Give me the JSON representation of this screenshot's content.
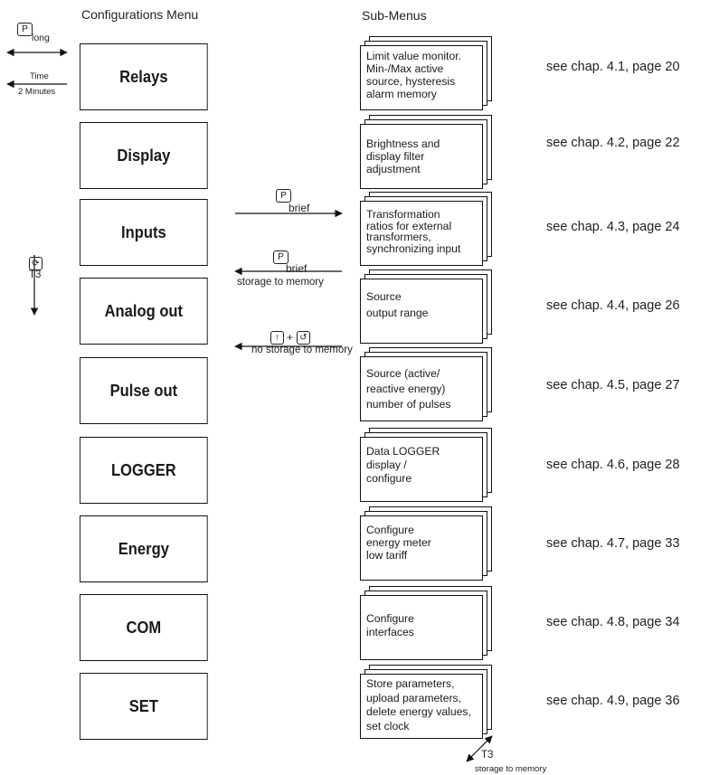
{
  "headers": {
    "left": "Configurations Menu",
    "right": "Sub-Menus"
  },
  "menu": [
    {
      "label": "Relays"
    },
    {
      "label": "Display"
    },
    {
      "label": "Inputs"
    },
    {
      "label": "Analog out"
    },
    {
      "label": "Pulse out"
    },
    {
      "label": "LOGGER"
    },
    {
      "label": "Energy"
    },
    {
      "label": "COM"
    },
    {
      "label": "SET"
    }
  ],
  "submenus": [
    {
      "lines": [
        "Limit value monitor.",
        "Min-/Max active",
        "source, hysteresis",
        "alarm memory"
      ],
      "ref": "see chap. 4.1, page 20"
    },
    {
      "lines": [
        "",
        "Brightness and",
        "display filter",
        "adjustment"
      ],
      "ref": "see chap. 4.2, page 22"
    },
    {
      "lines": [
        "Transformation",
        "ratios for external",
        "transformers,",
        "synchronizing input"
      ],
      "ref": "see chap. 4.3, page 24"
    },
    {
      "lines": [
        "Source",
        "output range"
      ],
      "ref": "see chap. 4.4, page 26"
    },
    {
      "lines": [
        "Source (active/",
        "reactive energy)",
        "number of pulses"
      ],
      "ref": "see chap. 4.5, page 27"
    },
    {
      "lines": [
        "Data LOGGER",
        "display /",
        "configure"
      ],
      "ref": "see chap. 4.6, page 28"
    },
    {
      "lines": [
        "Configure",
        "energy meter",
        "low tariff"
      ],
      "ref": "see chap. 4.7, page 33"
    },
    {
      "lines": [
        "",
        "Configure",
        "interfaces"
      ],
      "ref": "see chap. 4.8, page 34"
    },
    {
      "lines": [
        "Store parameters,",
        "upload parameters,",
        "delete energy values,",
        "set clock"
      ],
      "ref": "see chap. 4.9, page 36"
    }
  ],
  "left_controls": {
    "p_key": "P",
    "p_long": "long",
    "time": "Time",
    "time_value": "2 Minutes",
    "t3": "T3"
  },
  "arrows": {
    "p_key": "P",
    "brief": "brief",
    "storage": "storage to memory",
    "key_a": "↑",
    "plus": "+",
    "key_b": "↺",
    "no_storage": "no storage to memory"
  },
  "bottom": {
    "t3": "T3",
    "storage": "storage to memory"
  }
}
